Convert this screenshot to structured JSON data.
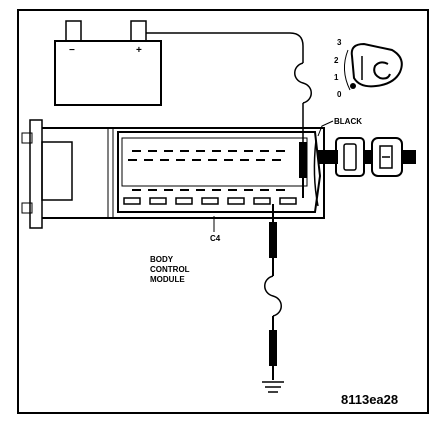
{
  "battery": {
    "negative_symbol": "−",
    "positive_symbol": "+"
  },
  "ignition_switch": {
    "positions": [
      "3",
      "2",
      "1",
      "0"
    ]
  },
  "labels": {
    "black": "BLACK",
    "connector": "C4",
    "module_line1": "BODY",
    "module_line2": "CONTROL",
    "module_line3": "MODULE"
  },
  "figure_code": "8113ea28"
}
